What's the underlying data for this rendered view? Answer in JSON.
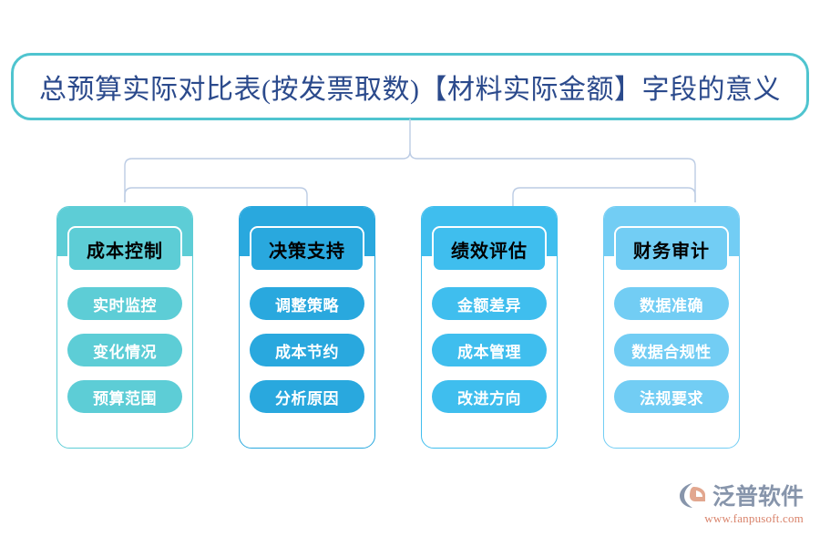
{
  "page": {
    "background_color": "#ffffff",
    "title": "总预算实际对比表(按发票取数)【材料实际金额】字段的意义",
    "title_border_color": "#4FC4CF",
    "title_text_color": "#2B4A8C",
    "connector_color": "#BCCCE4"
  },
  "columns": [
    {
      "header": "成本控制",
      "color": "#5DCDD6",
      "bullets": [
        "实时监控",
        "变化情况",
        "预算范围"
      ]
    },
    {
      "header": "决策支持",
      "color": "#29A8DE",
      "bullets": [
        "调整策略",
        "成本节约",
        "分析原因"
      ]
    },
    {
      "header": "绩效评估",
      "color": "#3FBEEE",
      "bullets": [
        "金额差异",
        "成本管理",
        "改进方向"
      ]
    },
    {
      "header": "财务审计",
      "color": "#72CDF4",
      "bullets": [
        "数据准确",
        "数据合规性",
        "法规要求"
      ]
    }
  ],
  "logo": {
    "name": "泛普软件",
    "url": "www.fanpusoft.com",
    "name_color": "#8795AB",
    "url_color": "#D9836B",
    "mark_arc_color": "#8795AB",
    "mark_accent_color": "#E2A78F"
  }
}
